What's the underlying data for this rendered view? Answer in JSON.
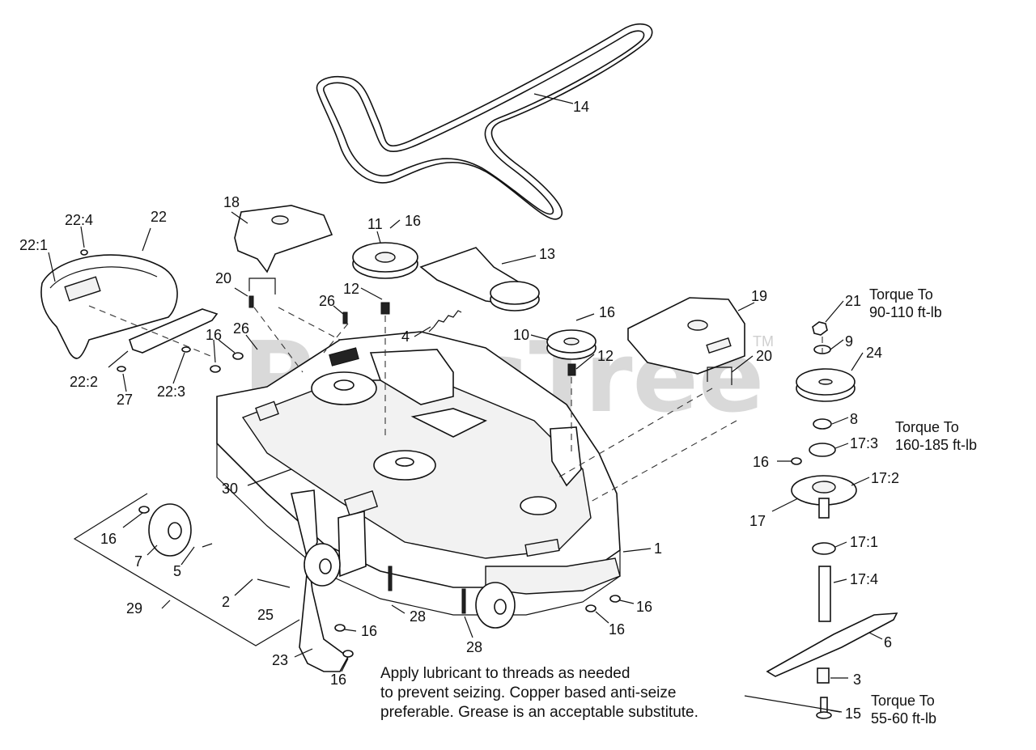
{
  "watermark": "PartsTree",
  "watermark_tm": "TM",
  "callouts": {
    "c14": "14",
    "c22_4": "22:4",
    "c22": "22",
    "c22_1": "22:1",
    "c18": "18",
    "c11": "11",
    "c16_a": "16",
    "c13": "13",
    "c20_a": "20",
    "c12_a": "12",
    "c26_a": "26",
    "c26_b": "26",
    "c4": "4",
    "c16_b": "16",
    "c16_c": "16",
    "c10": "10",
    "c19": "19",
    "c12_b": "12",
    "c20_b": "20",
    "c22_2": "22:2",
    "c27": "27",
    "c22_3": "22:3",
    "c21": "21",
    "c9": "9",
    "c24": "24",
    "c8": "8",
    "c17_3": "17:3",
    "c16_d": "16",
    "c17_2": "17:2",
    "c17": "17",
    "c30": "30",
    "c16_e": "16",
    "c7": "7",
    "c5": "5",
    "c1": "1",
    "c29": "29",
    "c2": "2",
    "c25": "25",
    "c28_a": "28",
    "c16_f": "16",
    "c16_g": "16",
    "c16_h": "16",
    "c23": "23",
    "c28_b": "28",
    "c16_i": "16",
    "c17_1": "17:1",
    "c17_4": "17:4",
    "c6": "6",
    "c3": "3",
    "c15": "15"
  },
  "torque": {
    "t1_line1": "Torque To",
    "t1_line2": "90-110 ft-lb",
    "t2_line1": "Torque To",
    "t2_line2": "160-185 ft-lb",
    "t3_line1": "Torque To",
    "t3_line2": "55-60 ft-lb"
  },
  "note": {
    "line1": "Apply lubricant to threads as needed",
    "line2": "to prevent seizing. Copper based anti-seize",
    "line3": "preferable. Grease is an acceptable substitute."
  }
}
